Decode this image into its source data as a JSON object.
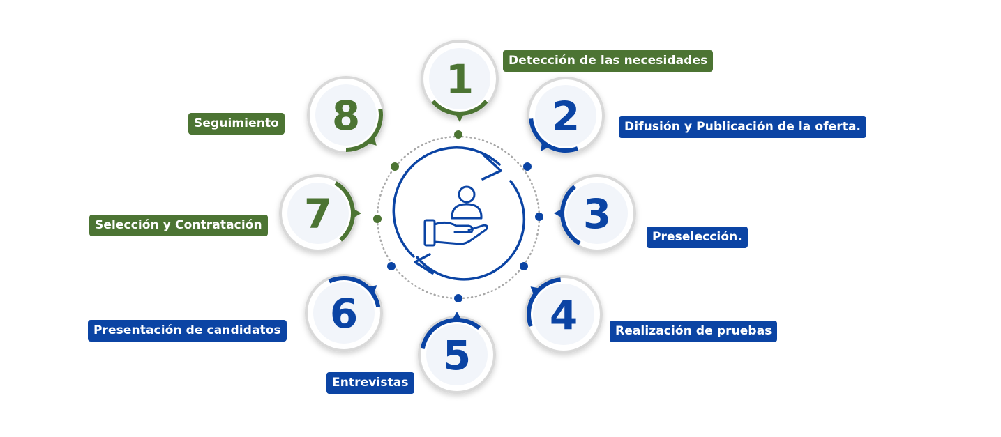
{
  "colors": {
    "green": "#4C7433",
    "blue": "#0B44A4",
    "ring_gray": "#D9D9D9",
    "inner_fill": "#F2F5FA",
    "dotted": "#A9A9A9"
  },
  "center_icon": "hand-holding-person-with-cycle-arrows-icon",
  "steps": [
    {
      "number": "1",
      "label": "Detección de las necesidades",
      "color": "green"
    },
    {
      "number": "2",
      "label": "Difusión y Publicación de la oferta.",
      "color": "blue"
    },
    {
      "number": "3",
      "label": "Preselección.",
      "color": "blue"
    },
    {
      "number": "4",
      "label": "Realización de pruebas",
      "color": "blue"
    },
    {
      "number": "5",
      "label": "Entrevistas",
      "color": "blue"
    },
    {
      "number": "6",
      "label": "Presentación de candidatos",
      "color": "blue"
    },
    {
      "number": "7",
      "label": "Selección y Contratación",
      "color": "green"
    },
    {
      "number": "8",
      "label": "Seguimiento",
      "color": "green"
    }
  ]
}
